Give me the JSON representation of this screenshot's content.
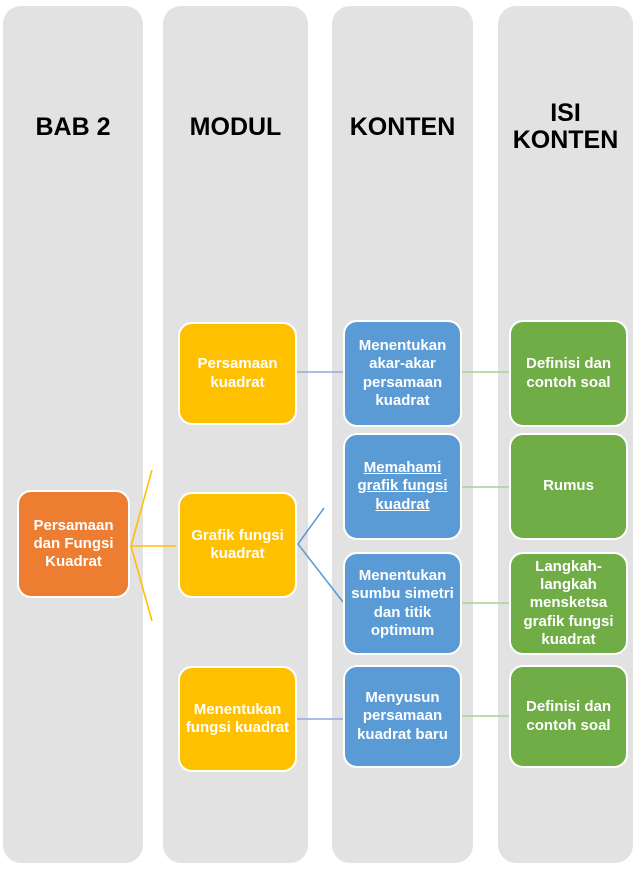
{
  "diagram": {
    "columns": [
      {
        "header": "BAB 2"
      },
      {
        "header": "MODUL"
      },
      {
        "header": "KONTEN"
      },
      {
        "header": "ISI KONTEN"
      }
    ],
    "nodes": {
      "topic": {
        "label": "Persamaan dan Fungsi Kuadrat"
      },
      "modul1": {
        "label": "Persamaan kuadrat"
      },
      "modul2": {
        "label": "Grafik fungsi kuadrat"
      },
      "modul3": {
        "label": "Menentukan fungsi kuadrat"
      },
      "konten1": {
        "label": "Menentukan akar-akar persamaan kuadrat"
      },
      "konten2": {
        "label": "Memahami grafik fungsi kuadrat",
        "underlined": true
      },
      "konten3": {
        "label": "Menentukan sumbu simetri dan titik optimum"
      },
      "konten4": {
        "label": "Menyusun persamaan kuadrat baru"
      },
      "isi1": {
        "label": "Definisi dan contoh soal"
      },
      "isi2": {
        "label": "Rumus"
      },
      "isi3": {
        "label": "Langkah-langkah mensketsa grafik fungsi kuadrat"
      },
      "isi4": {
        "label": "Definisi dan contoh soal"
      }
    },
    "connections": [
      {
        "from": "topic",
        "to": "modul1"
      },
      {
        "from": "topic",
        "to": "modul2"
      },
      {
        "from": "topic",
        "to": "modul3"
      },
      {
        "from": "modul1",
        "to": "konten1"
      },
      {
        "from": "modul2",
        "to": "konten2"
      },
      {
        "from": "modul2",
        "to": "konten3"
      },
      {
        "from": "modul3",
        "to": "konten4"
      },
      {
        "from": "konten1",
        "to": "isi1"
      },
      {
        "from": "konten2",
        "to": "isi2"
      },
      {
        "from": "konten3",
        "to": "isi3"
      },
      {
        "from": "konten4",
        "to": "isi4"
      }
    ]
  },
  "colors": {
    "column-bg": "#e2e2e2",
    "header-text": "#000000",
    "node-text": "#ffffff",
    "topic-orange": "#ed7d31",
    "modul-yellow": "#ffc000",
    "konten-blue": "#5b9bd5",
    "isi-green": "#70ad47",
    "line-yellow": "#ffc000",
    "line-light-blue": "#8faadc",
    "line-blue": "#5b9bd5",
    "line-green": "#a9d18e"
  }
}
